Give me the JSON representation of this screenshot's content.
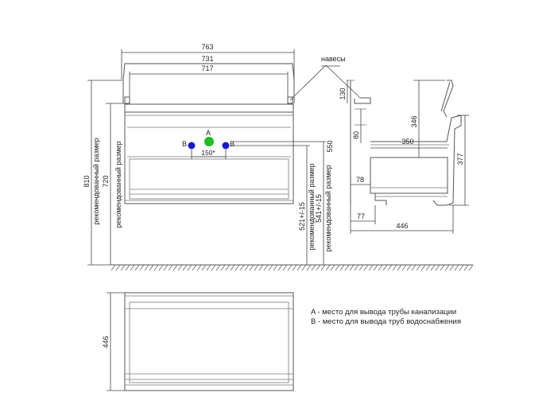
{
  "dimensions": {
    "w763": "763",
    "w731": "731",
    "w717": "717",
    "h810": "810",
    "h720": "720",
    "rec_size_left": "рекомендованный размер",
    "pipe_a_label": "A",
    "pipe_b_left_label": "B",
    "pipe_b_right_label": "B",
    "spacing_150": "150*",
    "h550": "550",
    "h521": "521+/-15",
    "h541": "541+/-15",
    "rec_size_mid1": "рекомендованный размер",
    "rec_size_mid2": "рекомендованный размер",
    "hinges": "навесы",
    "h130": "130",
    "h80": "80",
    "h346": "346",
    "w350": "350",
    "h377": "377",
    "w78": "78",
    "w77": "77",
    "w446_side": "446",
    "d446_top": "446"
  },
  "legend": {
    "a": "A - место для вывода трубы канализации",
    "b": "B - место для вывода труб водоснабжения"
  },
  "colors": {
    "pipe_a": "#22bb22",
    "pipe_b": "#1a1acc",
    "line": "#555555"
  }
}
